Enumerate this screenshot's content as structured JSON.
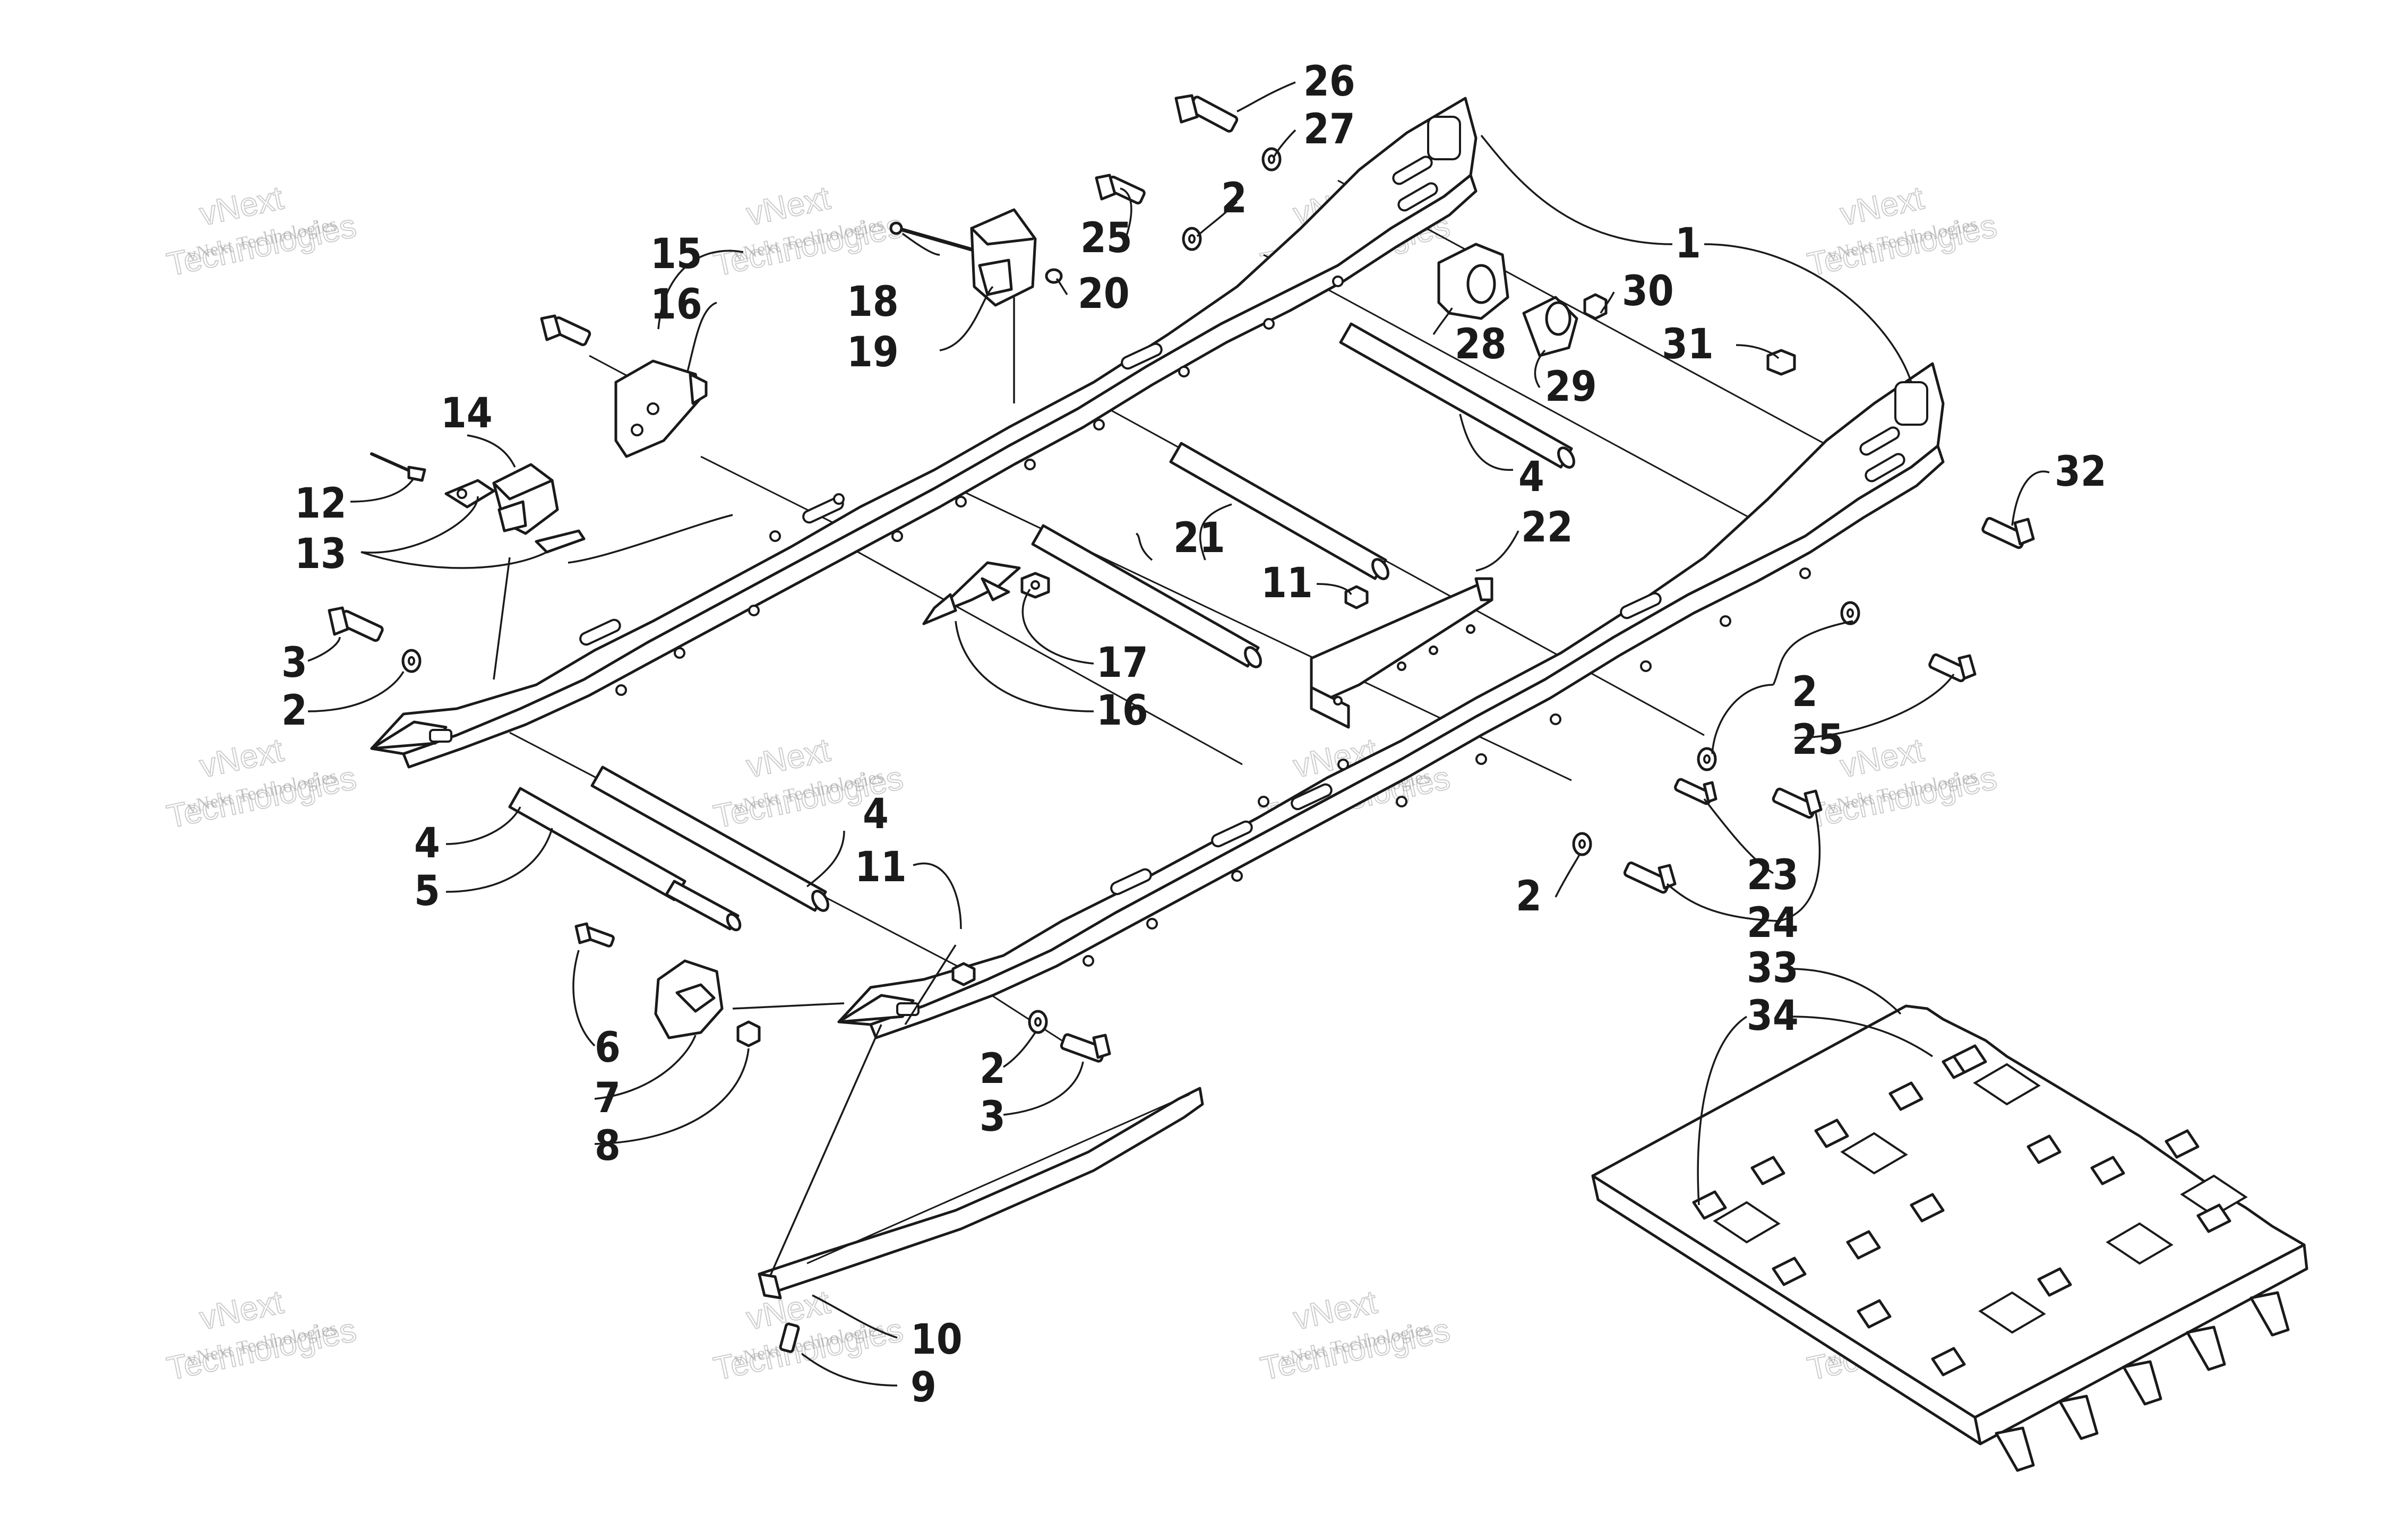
{
  "diagram": {
    "callouts": {
      "c1": "1",
      "c2a": "2",
      "c2b": "2",
      "c2c": "2",
      "c2d": "2",
      "c2e": "2",
      "c3a": "3",
      "c3b": "3",
      "c4a": "4",
      "c4b": "4",
      "c4c": "4",
      "c5": "5",
      "c6": "6",
      "c7": "7",
      "c8": "8",
      "c9": "9",
      "c10": "10",
      "c11a": "11",
      "c11b": "11",
      "c12": "12",
      "c13": "13",
      "c14": "14",
      "c15": "15",
      "c16a": "16",
      "c16b": "16",
      "c17": "17",
      "c18": "18",
      "c19": "19",
      "c20": "20",
      "c21": "21",
      "c22": "22",
      "c23": "23",
      "c24": "24",
      "c25a": "25",
      "c25b": "25",
      "c26": "26",
      "c27": "27",
      "c28": "28",
      "c29": "29",
      "c30": "30",
      "c31": "31",
      "c32": "32",
      "c33": "33",
      "c34": "34"
    },
    "watermark": {
      "line1": "vNext Technologies",
      "line2": "Technologies",
      "logo": "vNext"
    }
  }
}
